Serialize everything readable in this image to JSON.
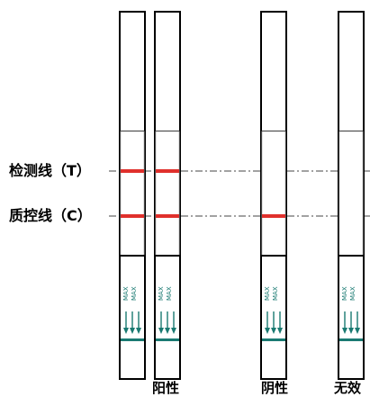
{
  "labels": {
    "test_line": "检测线（T）",
    "control_line": "质控线（C）"
  },
  "strips": [
    {
      "result": "",
      "has_t_line": true,
      "has_c_line": true
    },
    {
      "result": "阳性",
      "has_t_line": true,
      "has_c_line": true
    },
    {
      "result": "阴性",
      "has_t_line": false,
      "has_c_line": true
    },
    {
      "result": "无效",
      "has_t_line": false,
      "has_c_line": false
    }
  ],
  "sample_pad_text": "MAX",
  "colors": {
    "band": "#e0302c",
    "sample_pad": "#1a7a72",
    "outline": "#000000",
    "guide_line": "#444444"
  },
  "icons": {
    "flow_arrows": "down-arrow-icon"
  }
}
